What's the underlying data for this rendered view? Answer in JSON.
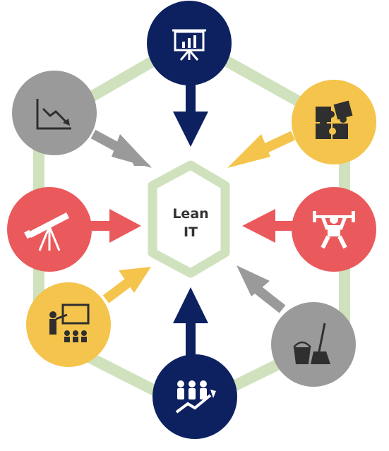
{
  "center": {
    "line1": "Lean",
    "line2": "IT"
  },
  "colors": {
    "navy": "#0d2161",
    "yellow": "#f4c44c",
    "red": "#ea5a5c",
    "gray": "#9a9a9a",
    "hexagon": "#cfe2bd",
    "icon_dark": "#2f2f2f",
    "icon_light": "#ffffff"
  },
  "nodes": [
    {
      "id": "top",
      "icon": "presentation-chart-icon",
      "color": "navy"
    },
    {
      "id": "upper-right",
      "icon": "puzzle-icon",
      "color": "yellow"
    },
    {
      "id": "right",
      "icon": "weightlifter-icon",
      "color": "red"
    },
    {
      "id": "lower-right",
      "icon": "bucket-mop-icon",
      "color": "gray"
    },
    {
      "id": "bottom",
      "icon": "team-growth-icon",
      "color": "navy"
    },
    {
      "id": "lower-left",
      "icon": "teacher-board-icon",
      "color": "yellow"
    },
    {
      "id": "left",
      "icon": "telescope-icon",
      "color": "red"
    },
    {
      "id": "upper-left",
      "icon": "declining-chart-icon",
      "color": "gray"
    }
  ]
}
